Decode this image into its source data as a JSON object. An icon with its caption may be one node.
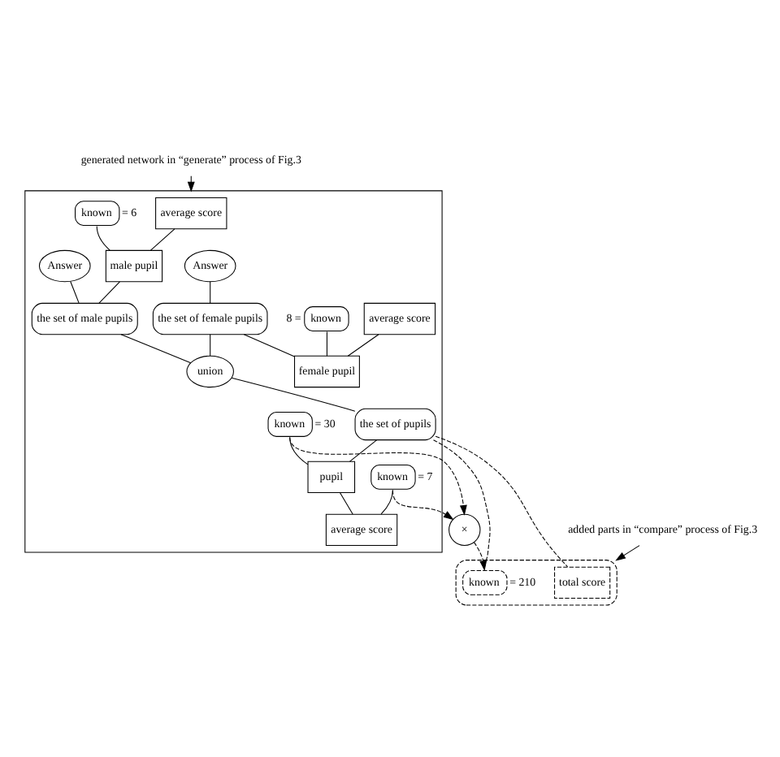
{
  "diagram": {
    "nodes": [
      {
        "text": [
          "generated network in “generate” process of Fig.3"
        ]
      },
      {
        "text": [],
        "shape": "box"
      },
      {
        "text": [
          "average score"
        ],
        "in": 1
      },
      {
        "text": [
          "known"
        ],
        "beside": [
          "= 6"
        ],
        "in": 1
      },
      {
        "text": [
          "male pupil"
        ],
        "in": 1
      },
      {
        "text": [
          "the set of male pupils"
        ],
        "in": 1
      },
      {
        "text": [
          "Answer"
        ],
        "in": 1
      },
      {
        "text": [
          "average score"
        ],
        "in": 1
      },
      {
        "text": [
          "known"
        ],
        "beside": [
          "8 ="
        ],
        "in": 1
      },
      {
        "text": [
          "female pupil"
        ],
        "in": 1
      },
      {
        "text": [
          "the set of female pupils"
        ],
        "in": 1
      },
      {
        "text": [
          "Answer"
        ],
        "in": 1
      },
      {
        "text": [
          "union"
        ],
        "in": 1
      },
      {
        "text": [
          "the set of pupils"
        ],
        "in": 1
      },
      {
        "text": [
          "known"
        ],
        "beside": [
          "= 30"
        ],
        "in": 1
      },
      {
        "text": [
          "pupil"
        ],
        "in": 1
      },
      {
        "text": [
          "known"
        ],
        "beside": [
          "= 7"
        ],
        "in": 1
      },
      {
        "text": [
          "average score"
        ],
        "in": 1
      },
      {
        "text": [
          "×"
        ]
      },
      {
        "text": [],
        "shape": "ellipse"
      },
      {
        "text": [
          "total score"
        ],
        "in": 19
      },
      {
        "text": [
          "known"
        ],
        "beside": [
          "= 210"
        ],
        "in": 19
      },
      {
        "text": [
          "added parts in “compare” process of Fig.3"
        ]
      }
    ],
    "edges": [
      {
        "from": 0,
        "to": 1,
        "arrow": "to"
      },
      {
        "from": 2,
        "to": 4,
        "arrow": "none"
      },
      {
        "from": 3,
        "to": 4,
        "arrow": "none"
      },
      {
        "from": 4,
        "to": 5,
        "arrow": "none"
      },
      {
        "from": 6,
        "to": 5,
        "arrow": "none"
      },
      {
        "from": 5,
        "to": 12,
        "arrow": "none"
      },
      {
        "from": 7,
        "to": 9,
        "arrow": "none"
      },
      {
        "from": 8,
        "to": 9,
        "arrow": "none"
      },
      {
        "from": 10,
        "to": 9,
        "arrow": "none"
      },
      {
        "from": 11,
        "to": 10,
        "arrow": "none"
      },
      {
        "from": 10,
        "to": 12,
        "arrow": "none"
      },
      {
        "from": 12,
        "to": 13,
        "arrow": "none"
      },
      {
        "from": 13,
        "to": 15,
        "arrow": "none"
      },
      {
        "from": 14,
        "to": 15,
        "arrow": "none"
      },
      {
        "from": 15,
        "to": 17,
        "arrow": "none"
      },
      {
        "from": 16,
        "to": 17,
        "arrow": "none"
      },
      {
        "from": 13,
        "to": 20,
        "arrow": "none",
        "style": "dashed"
      },
      {
        "from": 13,
        "to": 21,
        "arrow": "none",
        "style": "dashed"
      },
      {
        "from": 14,
        "to": 18,
        "arrow": "to",
        "style": "dashed"
      },
      {
        "from": 16,
        "to": 18,
        "arrow": "to",
        "style": "dashed"
      },
      {
        "from": 18,
        "to": 21,
        "arrow": "to",
        "style": "dashed"
      },
      {
        "from": 22,
        "to": 19,
        "arrow": "to"
      }
    ]
  }
}
